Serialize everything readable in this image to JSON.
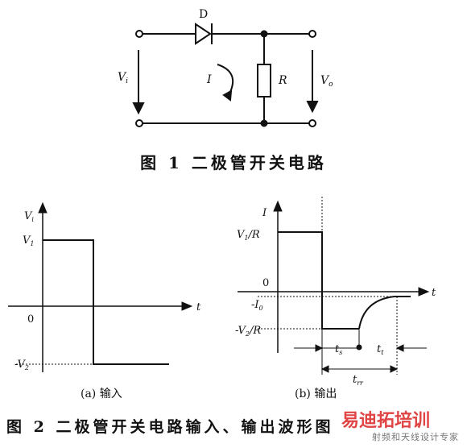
{
  "circuit": {
    "diode_label": "D",
    "resistor_label": "R",
    "current_label": "I",
    "input_label": "V",
    "input_sub": "i",
    "output_label": "V",
    "output_sub": "o"
  },
  "fig1_caption": "图 1   二极管开关电路",
  "fig2_caption": "图 2   二极管开关电路输入、输出波形图",
  "plot_a": {
    "y_axis_label": "V",
    "y_axis_sub": "i",
    "x_axis_label": "t",
    "v1_label": "V",
    "v1_sub": "1",
    "zero_label": "0",
    "neg_v2_label": "-V",
    "neg_v2_sub": "2",
    "caption": "(a) 输入"
  },
  "plot_b": {
    "y_axis_label": "I",
    "x_axis_label": "t",
    "v1r_label": "V",
    "v1r_sub": "1",
    "v1r_suffix": "/R",
    "zero_label": "0",
    "neg_i0_label": "-I",
    "neg_i0_sub": "0",
    "neg_v2r_label": "-V",
    "neg_v2r_sub": "2",
    "neg_v2r_suffix": "/R",
    "ts_label": "t",
    "ts_sub": "s",
    "tt_label": "t",
    "tt_sub": "t",
    "trr_label": "t",
    "trr_sub": "rr",
    "caption": "(b) 输出"
  },
  "watermark": {
    "brand": "易迪拓培训",
    "tagline": "射频和天线设计专家"
  }
}
